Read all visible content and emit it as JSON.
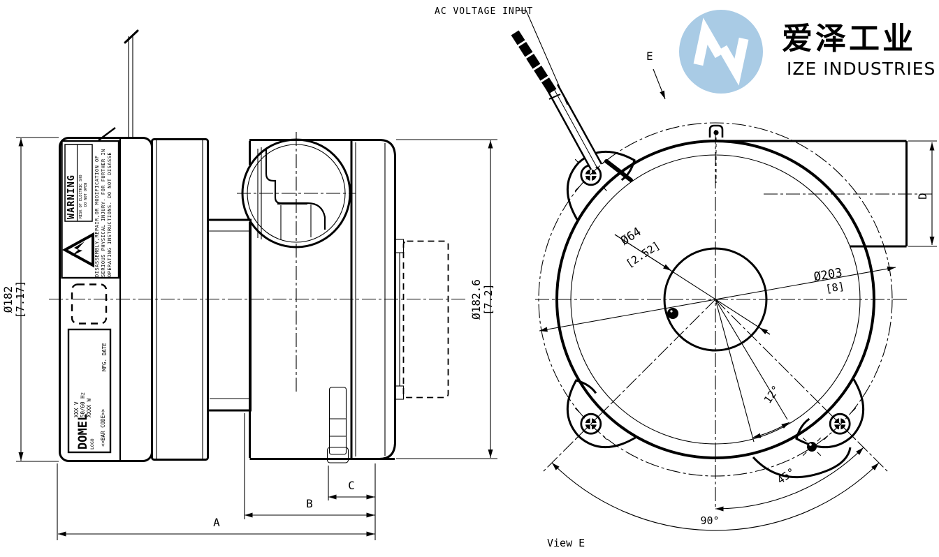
{
  "logo": {
    "cn": "爱泽工业",
    "en": "IZE INDUSTRIES",
    "circle_color": "#A9CBE5",
    "cn_color": "#878D92",
    "en_color": "#9BA1A6"
  },
  "annotations": {
    "ac_input": "AC VOLTAGE INPUT",
    "view_label": "View E",
    "e_label": "E"
  },
  "dimensions": {
    "a": "A",
    "b": "B",
    "c": "C",
    "d": "D",
    "dia_left": {
      "value": "Ø182",
      "inches": "[7.17]"
    },
    "dia_right": {
      "value": "Ø182.6",
      "inches": "[7.2]"
    },
    "dia_hole": {
      "value": "Ø64",
      "inches": "[2.52]"
    },
    "dia_outer": {
      "value": "Ø203",
      "inches": "[8]"
    },
    "angle_small": "12°",
    "angle_mid": "45°",
    "angle_large": "90°"
  },
  "warning_label": {
    "title": "WARNING",
    "line1": "RISK OF ELECTRIC SHO",
    "line2": "DO NOT OPEN",
    "para1": "DISASSEMBLY,REPAIR,OR MODIFICATION OF",
    "para2": "SERIOUS PHYSICAL INJURY. FOR FURTHER IN",
    "para3": "OPERATING INSTRUCTIONS. DO NOT DISASSE"
  },
  "nameplate": {
    "brand": "DOMEL",
    "logo": "LOGO",
    "voltage": "XXX V",
    "frequency": "50/60 Hz",
    "power": "XXXX W",
    "mfg": "MFG. DATE",
    "barcode": "<<BAR CODE>>"
  }
}
